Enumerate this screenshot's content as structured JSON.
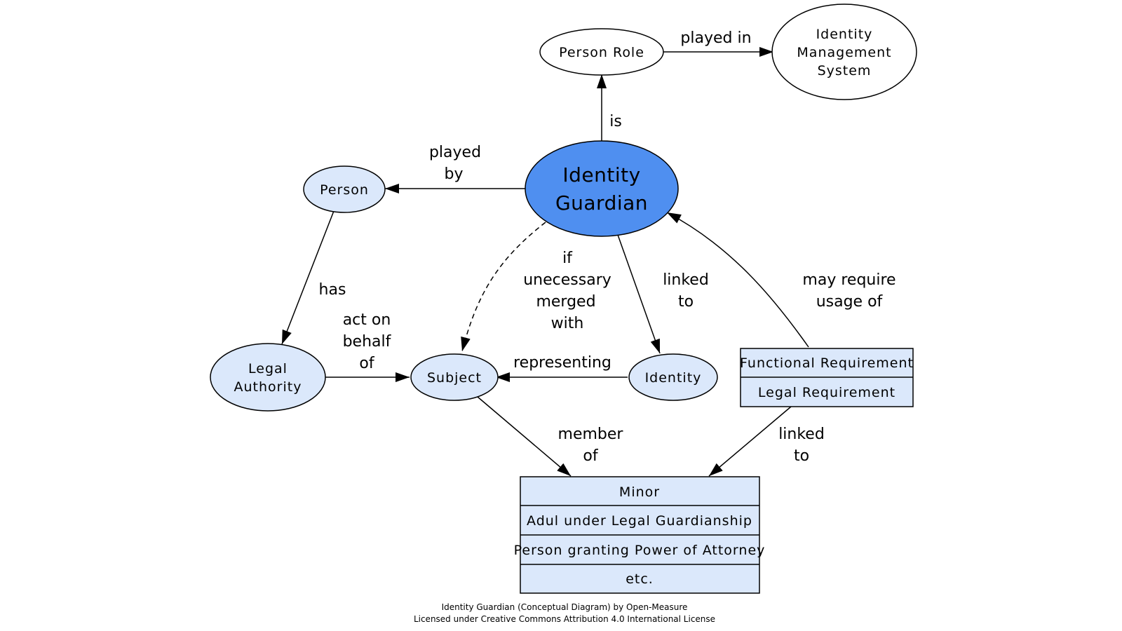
{
  "nodes": {
    "identity_guardian": {
      "label_lines": [
        "Identity",
        "Guardian"
      ]
    },
    "person_role": {
      "label_lines": [
        "Person Role"
      ]
    },
    "identity_management_system": {
      "label_lines": [
        "Identity",
        "Management",
        "System"
      ]
    },
    "person": {
      "label_lines": [
        "Person"
      ]
    },
    "legal_authority": {
      "label_lines": [
        "Legal",
        "Authority"
      ]
    },
    "subject": {
      "label_lines": [
        "Subject"
      ]
    },
    "identity": {
      "label_lines": [
        "Identity"
      ]
    }
  },
  "record_requirements": {
    "rows": [
      "Functional Requirement",
      "Legal Requirement"
    ]
  },
  "record_members": {
    "rows": [
      "Minor",
      "Adul under Legal Guardianship",
      "Person granting Power of Attorney",
      "etc."
    ]
  },
  "edges": {
    "played_in": {
      "label_lines": [
        "played in"
      ]
    },
    "is": {
      "label_lines": [
        "is"
      ]
    },
    "played_by": {
      "label_lines": [
        "played",
        "by"
      ]
    },
    "has": {
      "label_lines": [
        "has"
      ]
    },
    "act_on_behalf_of": {
      "label_lines": [
        "act on",
        "behalf",
        "of"
      ]
    },
    "merged_with": {
      "label_lines": [
        "if",
        "unecessary",
        "merged",
        "with"
      ]
    },
    "linked_to_identity": {
      "label_lines": [
        "linked",
        "to"
      ]
    },
    "may_require_usage_of": {
      "label_lines": [
        "may require",
        "usage of"
      ]
    },
    "representing": {
      "label_lines": [
        "representing"
      ]
    },
    "member_of": {
      "label_lines": [
        "member",
        "of"
      ]
    },
    "linked_to_members": {
      "label_lines": [
        "linked",
        "to"
      ]
    }
  },
  "credit": {
    "line1": "Identity Guardian (Conceptual Diagram) by Open-Measure",
    "line2": "Licensed under Creative Commons Attribution 4.0 International License"
  },
  "colors": {
    "main_fill": "#4f8ff0",
    "secondary_fill": "#dbe8fb",
    "plain_fill": "#ffffff",
    "stroke": "#000000"
  }
}
